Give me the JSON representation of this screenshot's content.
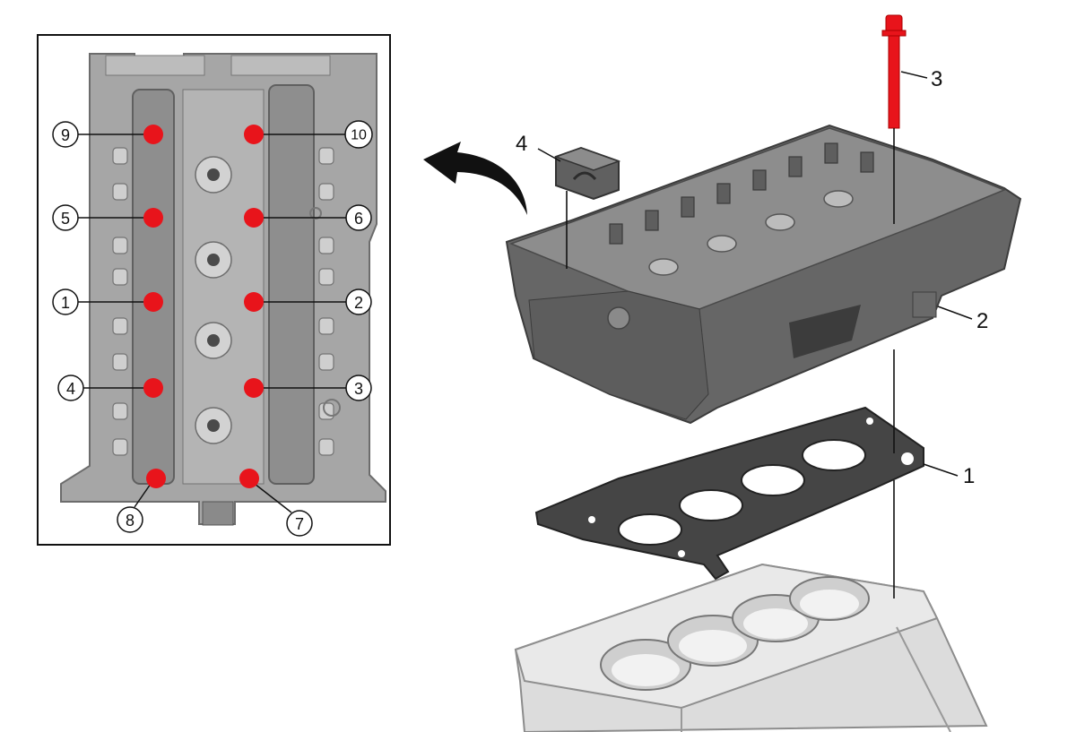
{
  "colors": {
    "bolt": "#e8141b",
    "metal": "#a8a8a8",
    "metal_dark": "#5d5d5d",
    "metal_light": "#c9c9c9",
    "gasket": "#3d3d3d",
    "block": "#d9d9d9"
  },
  "inset": {
    "bolt_callouts": [
      {
        "label": "9",
        "side": "left"
      },
      {
        "label": "10",
        "side": "right"
      },
      {
        "label": "5",
        "side": "left"
      },
      {
        "label": "6",
        "side": "right"
      },
      {
        "label": "1",
        "side": "left"
      },
      {
        "label": "2",
        "side": "right"
      },
      {
        "label": "4",
        "side": "left"
      },
      {
        "label": "3",
        "side": "right"
      },
      {
        "label": "8",
        "side": "bottom"
      },
      {
        "label": "7",
        "side": "bottom"
      }
    ]
  },
  "exploded": {
    "callouts": [
      {
        "label": "1",
        "part": "head-gasket"
      },
      {
        "label": "2",
        "part": "cylinder-head"
      },
      {
        "label": "3",
        "part": "head-bolt"
      },
      {
        "label": "4",
        "part": "bearing-cap"
      }
    ]
  }
}
